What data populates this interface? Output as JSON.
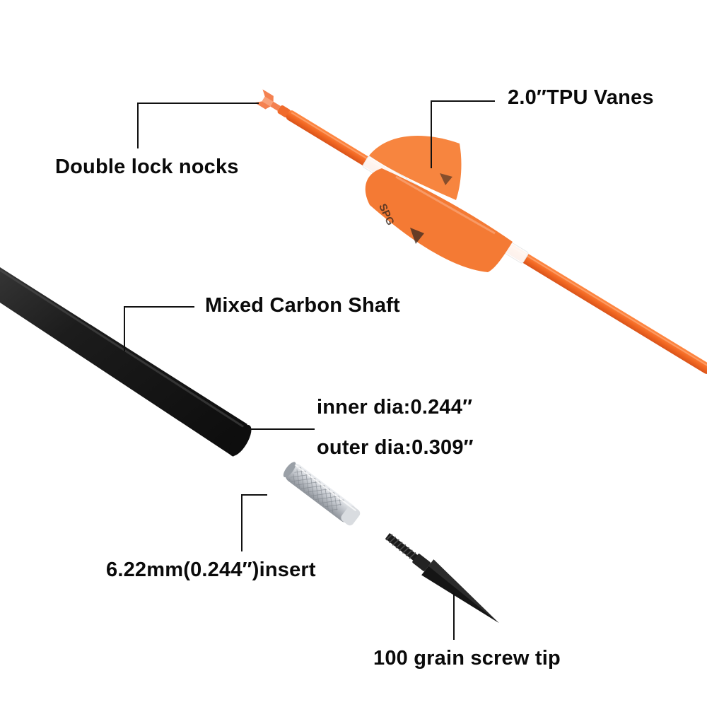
{
  "labels": {
    "nocks": "Double lock nocks",
    "vanes": "2.0″TPU Vanes",
    "shaft": "Mixed Carbon Shaft",
    "inner_dia": "inner dia:0.244″",
    "outer_dia": "outer dia:0.309″",
    "insert": "6.22mm(0.244″)insert",
    "tip": "100 grain screw tip"
  },
  "vane_logo_text": "SPG",
  "colors": {
    "background": "#ffffff",
    "shaft_orange": "#f46a24",
    "vane_orange": "#f7853f",
    "carbon_black": "#1a1a1a",
    "insert_silver": "#c9ccd1",
    "tip_black": "#151515",
    "label_text": "#0a0a0a"
  },
  "icons": {
    "nock": "nock-icon",
    "vane": "vane-icon",
    "insert": "insert-icon",
    "tip": "screw-tip-icon"
  }
}
